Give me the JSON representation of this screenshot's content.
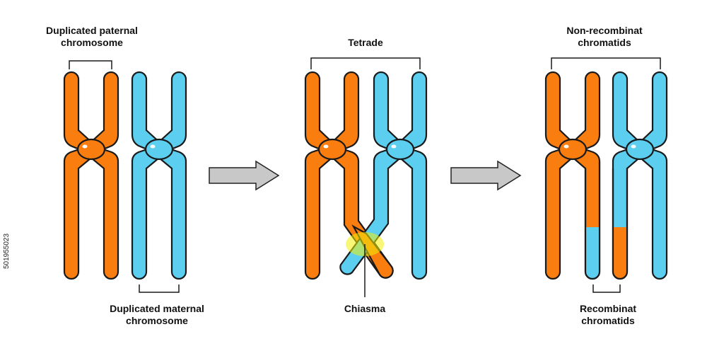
{
  "colors": {
    "paternal": "#fa7d0f",
    "maternal": "#5ccef0",
    "outline": "#1a1a1a",
    "arrow": "#c8c8c8",
    "chiasma_highlight": "#f3f10a"
  },
  "stage1": {
    "top_label": "Duplicated paternal\nchromosome",
    "bottom_label": "Duplicated maternal\nchromosome"
  },
  "stage2": {
    "top_label": "Tetrade",
    "bottom_label": "Chiasma"
  },
  "stage3": {
    "top_label": "Non-recombinat\nchromatids",
    "bottom_label": "Recombinat\nchromatids"
  },
  "watermark_id": "501955023"
}
